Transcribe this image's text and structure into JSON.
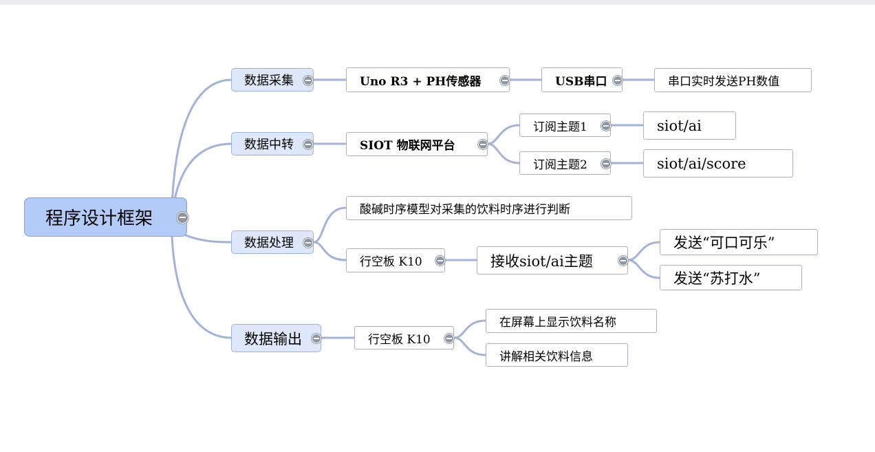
{
  "root": {
    "label": "程序设计框架"
  },
  "branches": {
    "collect": {
      "label": "数据采集",
      "device": "Uno R3 + PH传感器",
      "port": "USB串口",
      "action": "串口实时发送PH数值"
    },
    "relay": {
      "label": "数据中转",
      "platform": "SIOT 物联网平台",
      "topic1": "订阅主题1",
      "topic1_value": "siot/ai",
      "topic2": "订阅主题2",
      "topic2_value": "siot/ai/score"
    },
    "process": {
      "label": "数据处理",
      "model": "酸碱时序模型对采集的饮料时序进行判断",
      "board": "行空板 K10",
      "receive": "接收siot/ai主题",
      "send1": "发送“可口可乐”",
      "send2": "发送“苏打水”"
    },
    "output": {
      "label": "数据输出",
      "board": "行空板 K10",
      "display": "在屏幕上显示饮料名称",
      "explain": "讲解相关饮料信息"
    }
  },
  "colors": {
    "connector": "#a4b2d9",
    "root_fill": "#b2cbf8",
    "main_fill": "#dfe8fb",
    "toggle": "#8f96a3"
  }
}
